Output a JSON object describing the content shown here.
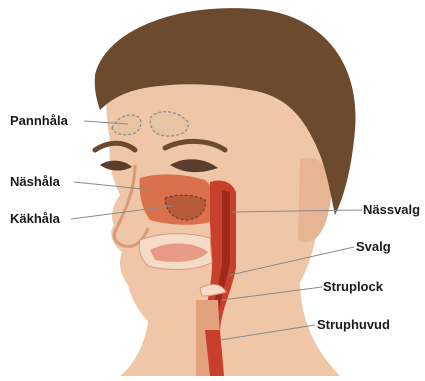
{
  "labels": {
    "pannhala": "Pannhåla",
    "nashala": "Näshåla",
    "kakhala": "Käkhåla",
    "nassvalg": "Nässvalg",
    "svalg": "Svalg",
    "struplock": "Struplock",
    "struphuvud": "Struphuvud"
  },
  "colors": {
    "skin": "#efc7a8",
    "skin_shadow": "#d99a78",
    "hair": "#6b4a2e",
    "airway": "#c8402c",
    "airway_dark": "#9e2a1c",
    "leader_line": "#8a8a8a"
  }
}
